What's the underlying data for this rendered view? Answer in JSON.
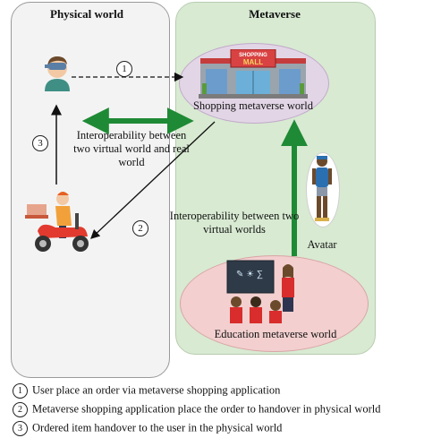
{
  "panels": {
    "physical_title": "Physical world",
    "metaverse_title": "Metaverse"
  },
  "nodes": {
    "shopping_world": "Shopping metaverse world",
    "education_world": "Education metaverse world",
    "avatar": "Avatar",
    "mall_sign_top": "SHOPPING",
    "mall_sign_bottom": "MALL"
  },
  "edges": {
    "interop_virtual_real": "Interoperability between two virtual world and real world",
    "interop_virtual_virtual": "Interoperability between two virtual worlds"
  },
  "steps": [
    {
      "num": "1",
      "text": "User place an order via metaverse shopping application"
    },
    {
      "num": "2",
      "text": "Metaverse shopping application place the order to handover in physical world"
    },
    {
      "num": "3",
      "text": "Ordered item handover to the user in the physical world"
    }
  ],
  "colors": {
    "physical_bg": "#f3f3f3",
    "metaverse_bg": "#d8ead2",
    "shopping_ellipse": "#e2d6e6",
    "education_ellipse": "#f3cfcf",
    "interop_arrow": "#1e8a35"
  }
}
